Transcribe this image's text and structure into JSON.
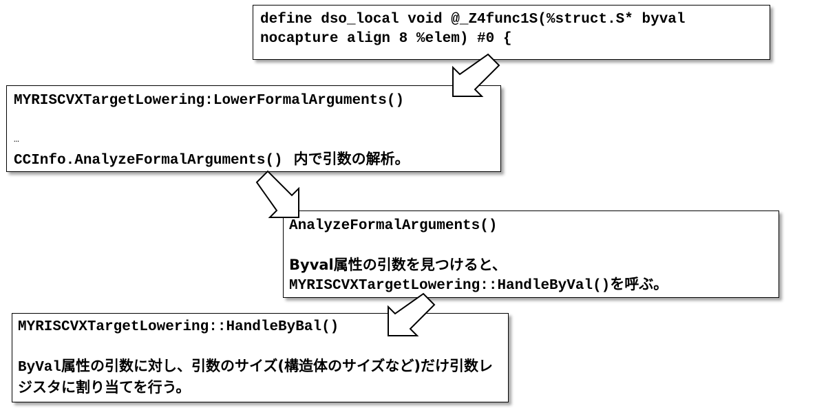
{
  "boxes": {
    "ir_define": {
      "line1": "define dso_local void @_Z4func1S(%struct.S* byval",
      "line2": "nocapture align 8 %elem) #0 {"
    },
    "lower_formal": {
      "title": "MYRISCVXTargetLowering:LowerFormalArguments()",
      "ellipsis": "…",
      "call": "CCInfo.AnalyzeFormalArguments()",
      "note": "内で引数の解析。"
    },
    "analyze_formal": {
      "title": "AnalyzeFormalArguments()",
      "desc_line1": "Byval属性の引数を見つけると、",
      "desc_line2_code": "MYRISCVXTargetLowering::HandleByVal()",
      "desc_line2_jp": "を呼ぶ。"
    },
    "handle_byval": {
      "title": "MYRISCVXTargetLowering::HandleByBal()",
      "desc_code": "ByVal",
      "desc_text": "属性の引数に対し、引数のサイズ(構造体のサイズなど)だけ引数レジスタに割り当てを行う。"
    }
  },
  "colors": {
    "border": "#000000",
    "text": "#000000",
    "background": "#ffffff",
    "arrow_fill": "#ffffff"
  },
  "icons": [
    "down-left-arrow-icon",
    "down-right-arrow-icon",
    "down-left-arrow-icon"
  ]
}
